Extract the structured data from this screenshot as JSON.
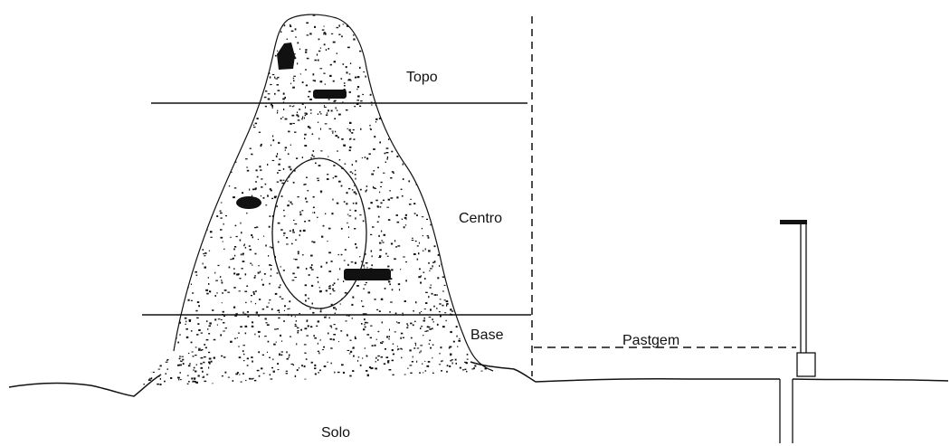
{
  "labels": {
    "top": "Topo",
    "center": "Centro",
    "base": "Base",
    "pasture": "Pastgem",
    "soil": "Solo"
  },
  "colors": {
    "ink": "#111111",
    "background": "#ffffff"
  }
}
